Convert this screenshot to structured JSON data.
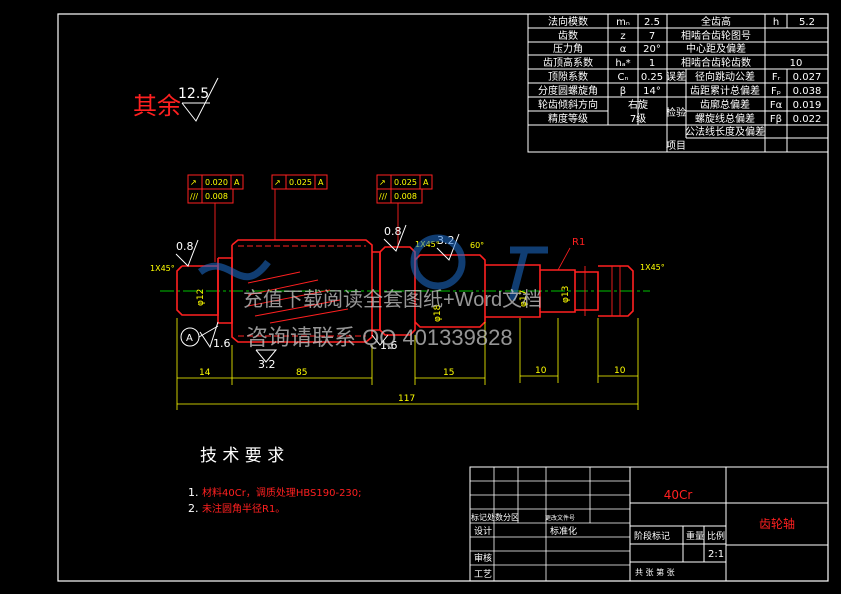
{
  "colors": {
    "background": "#000000",
    "frame": "#ffffff",
    "part": "#ff2020",
    "dimension": "#ffff00",
    "table_text": "#ffffff",
    "centerline": "#00ff00",
    "watermark_text": "#c8c8c8",
    "watermark_logo": "#1e6fd0"
  },
  "gear_params": [
    {
      "name": "法向模数",
      "sym": "mₙ",
      "val": "2.5"
    },
    {
      "name": "齿数",
      "sym": "z",
      "val": "7"
    },
    {
      "name": "压力角",
      "sym": "α",
      "val": "20°"
    },
    {
      "name": "齿顶高系数",
      "sym": "hₐ*",
      "val": "1"
    },
    {
      "name": "顶隙系数",
      "sym": "Cₙ",
      "val": "0.25"
    },
    {
      "name": "分度圆螺旋角",
      "sym": "β",
      "val": "14°"
    },
    {
      "name": "轮齿倾斜方向",
      "sym": "",
      "val": "右旋"
    },
    {
      "name": "精度等级",
      "sym": "",
      "val": "7级"
    }
  ],
  "right_table": {
    "full_tooth_height_label": "全齿高",
    "full_tooth_height_sym": "h",
    "full_tooth_height_val": "5.2",
    "mating_gear_drawing": "相啮合齿轮图号",
    "center_distance_dev": "中心距及偏差",
    "mating_gear_teeth_label": "相啮合齿轮齿数",
    "mating_gear_teeth_val": "10",
    "group_label_a": "误差",
    "group_label_b": "检验",
    "group_label_c": "项目",
    "rows": [
      {
        "name": "径向跳动公差",
        "sym": "Fᵣ",
        "val": "0.027"
      },
      {
        "name": "齿距累计总偏差",
        "sym": "Fₚ",
        "val": "0.038"
      },
      {
        "name": "齿廓总偏差",
        "sym": "Fα",
        "val": "0.019"
      },
      {
        "name": "螺旋线总偏差",
        "sym": "Fβ",
        "val": "0.022"
      },
      {
        "name": "公法线长度及偏差",
        "sym": "",
        "val": ""
      }
    ]
  },
  "roughness_other": {
    "label": "其余",
    "value": "12.5"
  },
  "tolerance_frames": [
    {
      "sym": "↗",
      "val": "0.020",
      "ref": "A"
    },
    {
      "sym": "/∕/",
      "val": "0.008",
      "ref": ""
    },
    {
      "sym": "↗",
      "val": "0.025",
      "ref": "A"
    },
    {
      "sym": "↗",
      "val": "0.025",
      "ref": "A"
    },
    {
      "sym": "/∕/",
      "val": "0.008",
      "ref": ""
    }
  ],
  "roughness_marks": [
    "0.8",
    "0.8",
    "3.2",
    "1.6",
    "3.2",
    "1.6"
  ],
  "chamfers": [
    "1X45°",
    "1X45°",
    "1X45°"
  ],
  "fillet": "R1",
  "datum": "A",
  "angle_note": "60°",
  "dimensions": [
    "14",
    "85",
    "15",
    "10",
    "10",
    "117"
  ],
  "diameter_labels": [
    "φ12",
    "φ18",
    "φ17",
    "φ13"
  ],
  "watermark": {
    "line1": "充值下载阅读全套图纸+Word文档",
    "line2": "咨询请联系 QQ 401339828"
  },
  "tech_requirements": {
    "title": "技 术 要 求",
    "items": [
      {
        "num": "1.",
        "text": "材料40Cr，调质处理HBS190-230;"
      },
      {
        "num": "2.",
        "text": "未注圆角半径R1。"
      }
    ]
  },
  "title_block": {
    "material": "40Cr",
    "part_name": "齿轮轴",
    "col_labels": "标记处数分区",
    "change_doc": "更改文件号",
    "design": "设计",
    "standardize": "标准化",
    "stage_mark": "阶段标记",
    "weight": "重量",
    "scale_label": "比例",
    "scale_value": "2:1",
    "review": "审核",
    "process": "工艺",
    "sheets": "共 张  第 张"
  }
}
